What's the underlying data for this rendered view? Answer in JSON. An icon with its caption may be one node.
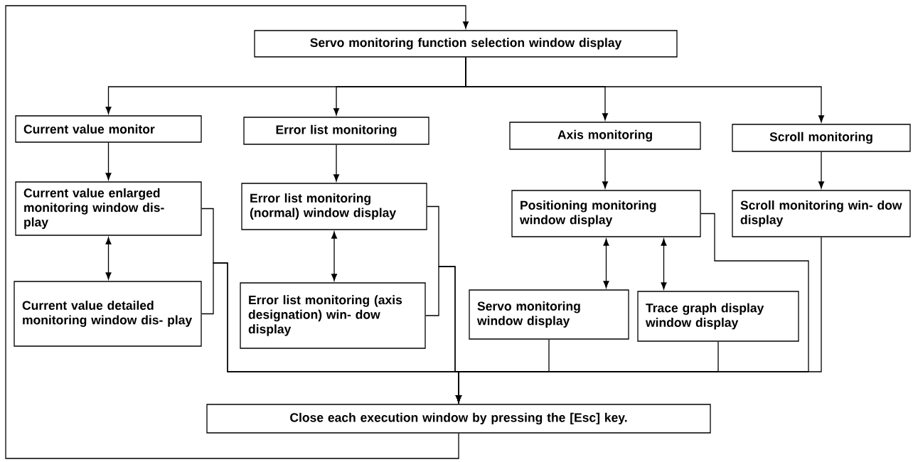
{
  "diagram": {
    "nodes": [
      {
        "text": [
          "Servo monitoring function selection window display"
        ]
      },
      {
        "text": [
          "Current value monitor"
        ]
      },
      {
        "text": [
          "Error list monitoring"
        ]
      },
      {
        "text": [
          "Axis monitoring"
        ]
      },
      {
        "text": [
          "Scroll monitoring"
        ]
      },
      {
        "text": [
          "Current value enlarged monitoring window dis- play"
        ]
      },
      {
        "text": [
          "Error list monitoring (normal) window display"
        ]
      },
      {
        "text": [
          "Positioning monitoring window display"
        ]
      },
      {
        "text": [
          "Scroll monitoring win- dow display"
        ]
      },
      {
        "text": [
          "Current value detailed monitoring window dis- play"
        ]
      },
      {
        "text": [
          "Error list monitoring (axis designation) win- dow display"
        ]
      },
      {
        "text": [
          "Servo monitoring window display"
        ]
      },
      {
        "text": [
          "Trace graph display window display"
        ]
      },
      {
        "text": [
          "Close each execution window by pressing the [Esc] key."
        ]
      }
    ],
    "edges": [
      {
        "from": 0,
        "to": 1,
        "arrow": "to"
      },
      {
        "from": 0,
        "to": 2,
        "arrow": "to"
      },
      {
        "from": 0,
        "to": 3,
        "arrow": "to"
      },
      {
        "from": 0,
        "to": 4,
        "arrow": "to"
      },
      {
        "from": 1,
        "to": 5,
        "arrow": "to"
      },
      {
        "from": 2,
        "to": 6,
        "arrow": "to"
      },
      {
        "from": 3,
        "to": 7,
        "arrow": "to"
      },
      {
        "from": 4,
        "to": 8,
        "arrow": "to"
      },
      {
        "from": 5,
        "to": 9,
        "arrow": "both"
      },
      {
        "from": 6,
        "to": 10,
        "arrow": "both"
      },
      {
        "from": 7,
        "to": 11,
        "arrow": "both"
      },
      {
        "from": 7,
        "to": 12,
        "arrow": "both"
      },
      {
        "from": 5,
        "to": 13,
        "arrow": "to"
      },
      {
        "from": 9,
        "to": 13,
        "arrow": "to"
      },
      {
        "from": 6,
        "to": 13,
        "arrow": "to"
      },
      {
        "from": 10,
        "to": 13,
        "arrow": "to"
      },
      {
        "from": 7,
        "to": 13,
        "arrow": "to"
      },
      {
        "from": 8,
        "to": 13,
        "arrow": "to"
      },
      {
        "from": 11,
        "to": 13,
        "arrow": "to"
      },
      {
        "from": 12,
        "to": 13,
        "arrow": "to"
      },
      {
        "from": 13,
        "to": 0,
        "arrow": "to"
      }
    ]
  }
}
